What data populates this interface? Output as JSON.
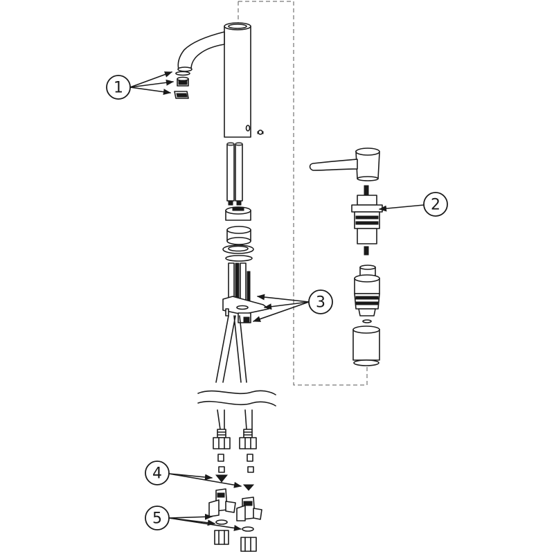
{
  "callouts": [
    {
      "id": "1",
      "label": "1"
    },
    {
      "id": "2",
      "label": "2"
    },
    {
      "id": "3",
      "label": "3"
    },
    {
      "id": "4",
      "label": "4"
    },
    {
      "id": "5",
      "label": "5"
    }
  ],
  "colors": {
    "line": "#1a1a1a",
    "background": "#ffffff",
    "fill_dark": "#1a1a1a"
  }
}
